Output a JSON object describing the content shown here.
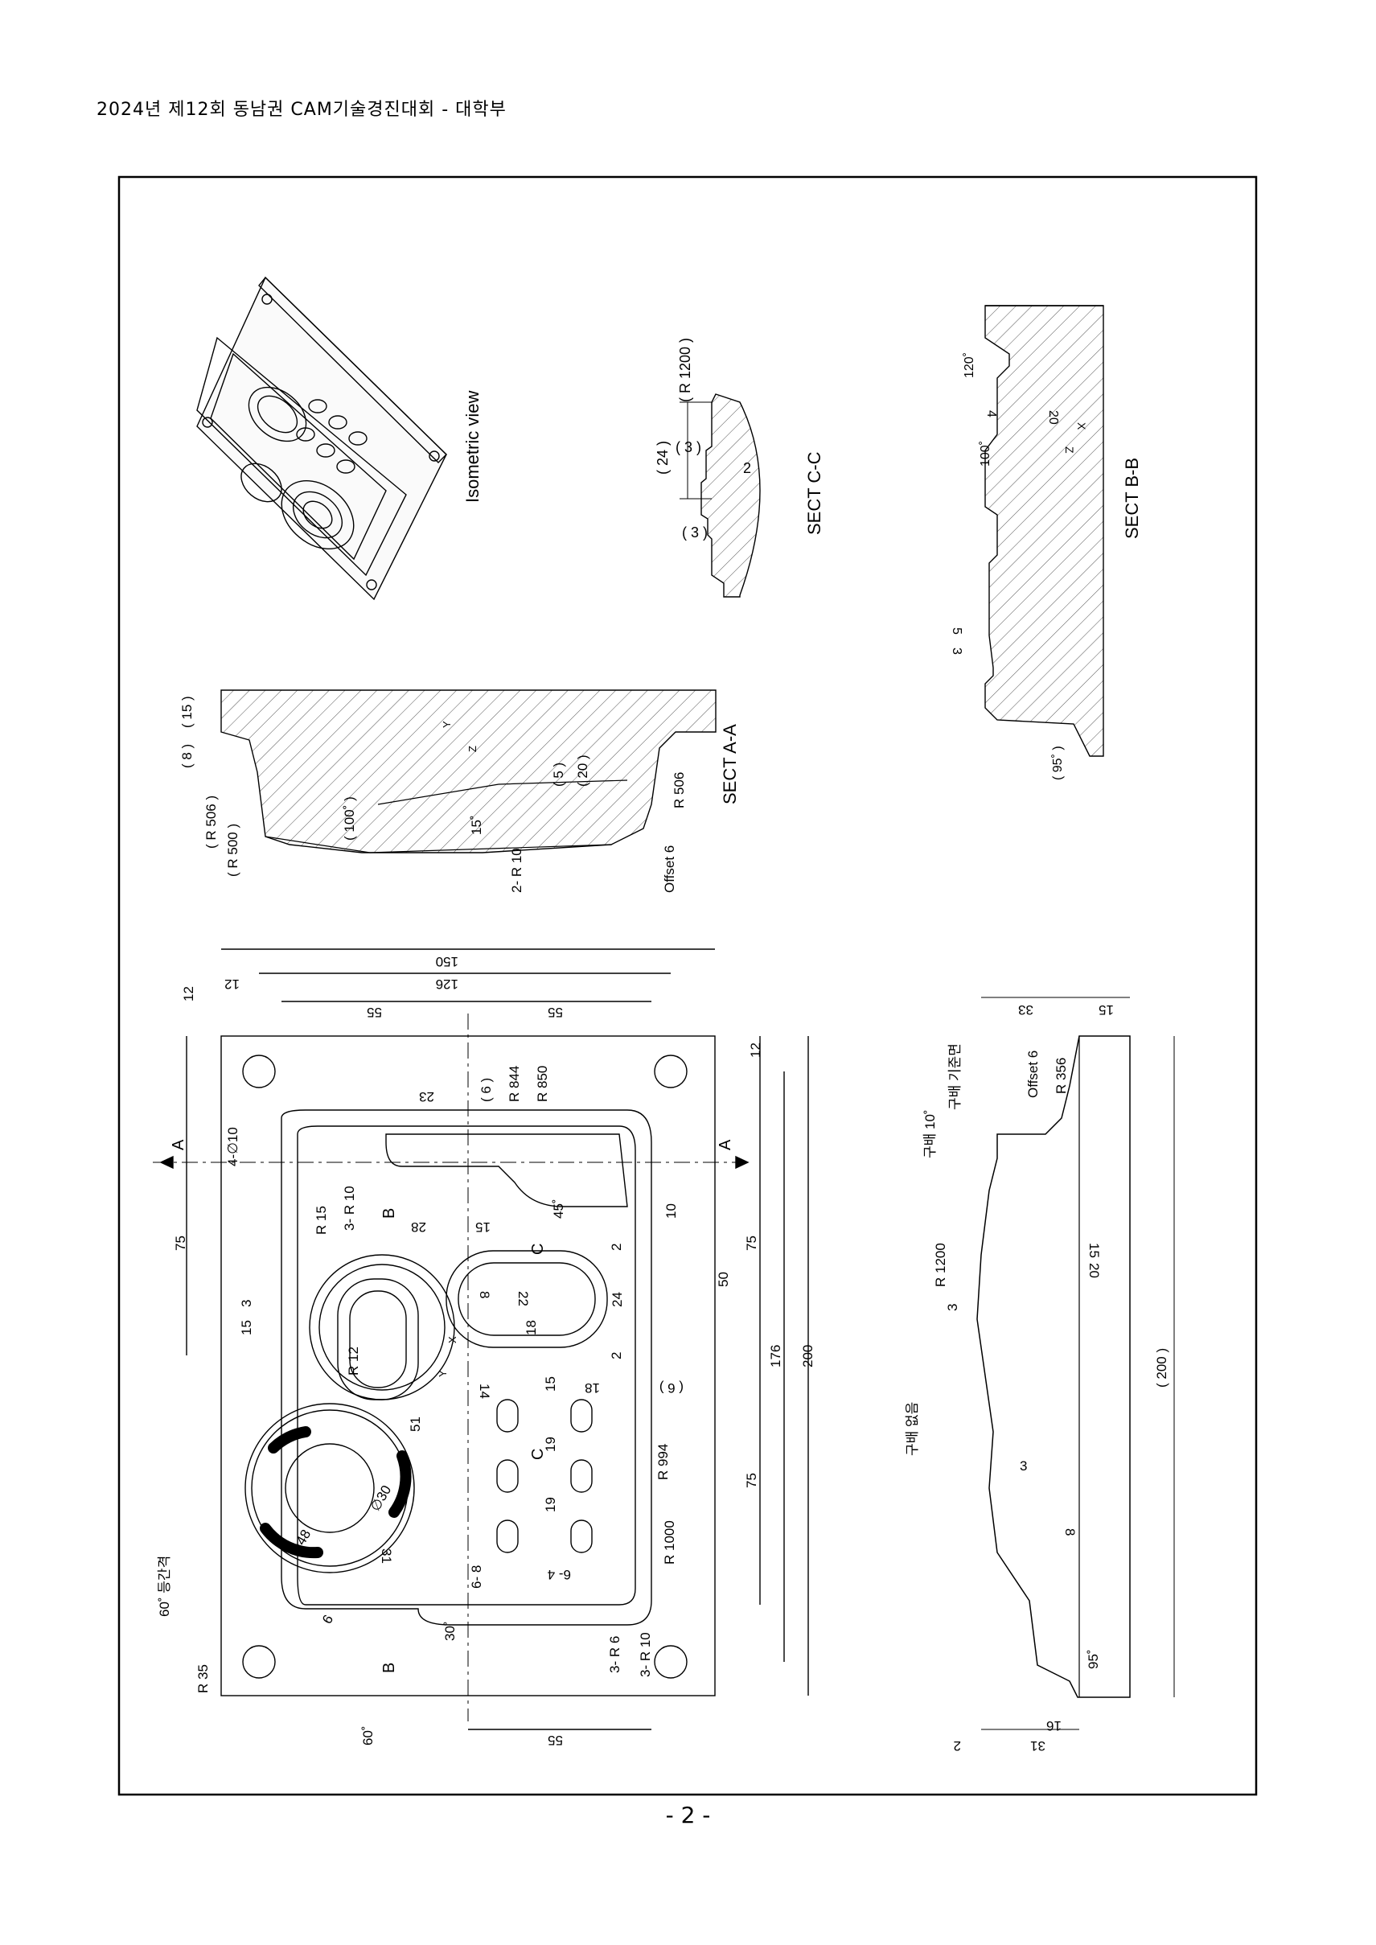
{
  "header": {
    "title": "2024년 제12회 동남권 CAM기술경진대회 - 대학부"
  },
  "footer": {
    "page": "- 2 -"
  },
  "views": {
    "iso": "Isometric view",
    "sectCC": "SECT C-C",
    "sectBB": "SECT B-B",
    "sectAA": "SECT A-A"
  },
  "cc": {
    "r1200": "( R 1200 )",
    "d24": "( 24 )",
    "d3a": "( 3 )",
    "d3b": "( 3 )",
    "d2": "2"
  },
  "bb": {
    "a120": "120˚",
    "d4": "4",
    "d20": "20",
    "a100": "100˚",
    "d3": "3",
    "d5": "5",
    "a95": "( 95˚ )",
    "x": "X",
    "z": "Z"
  },
  "aa": {
    "d8": "( 8 )",
    "d15": "( 15 )",
    "r506a": "( R 506 )",
    "r500": "( R 500 )",
    "d100": "( 100˚ )",
    "r10": "2- R 10",
    "a15": "15˚",
    "d5": "( 5 )",
    "d20": "( 20 )",
    "r506b": "R 506",
    "off6": "Offset 6",
    "y": "Y",
    "z": "Z"
  },
  "plan": {
    "d150": "150",
    "d126": "126",
    "d12a": "12",
    "d12b": "12",
    "d12c": "12",
    "d55a": "55",
    "d55b": "55",
    "d23": "23",
    "d6a": "( 6 )",
    "r844": "R 844",
    "r850": "R 850",
    "hole": "4-∅10",
    "a": "A",
    "a2": "A",
    "d75a": "75",
    "d75b": "75",
    "d75c": "75",
    "d50": "50",
    "d176": "176",
    "d200": "200",
    "r15": "R 15",
    "r10": "3- R 10",
    "b": "B",
    "b2": "B",
    "c": "C",
    "c2": "C",
    "d28": "28",
    "d15a": "15",
    "a45": "45˚",
    "d10": "10",
    "d2a": "2",
    "d2b": "2",
    "d15b": "15",
    "d3": "3",
    "d8": "8",
    "d22": "22",
    "d24": "24",
    "d18a": "18",
    "r12": "R 12",
    "x": "X",
    "y": "Y",
    "d14": "14",
    "d15c": "15",
    "d18b": "18",
    "d6b": "( 6 )",
    "d51": "51",
    "d19a": "19",
    "d19b": "19",
    "r994": "R 994",
    "r1000": "R 1000",
    "d30": "∅30",
    "d48": "∅48",
    "d31": "31",
    "d68": "6- 8",
    "d64": "6- 4",
    "d6c": "6",
    "a60eq": "60˚ 등간격",
    "r35": "R 35",
    "a30": "30˚",
    "a60": "60˚",
    "d55c": "55",
    "r6": "3- R 6",
    "r10b": "3- R 10"
  },
  "side": {
    "d33": "33",
    "d15": "15",
    "slope": "구배 기준면",
    "slope10": "구배 10˚",
    "off6": "Offset 6",
    "r356": "R 356",
    "d15b": "15",
    "d20": "20",
    "r1200": "R 1200",
    "d3a": "3",
    "d3b": "3",
    "d200": "( 200 )",
    "noslope": "구배 없음",
    "d8": "8",
    "a95": "95˚",
    "d16": "16",
    "d31": "31",
    "d2": "2"
  }
}
